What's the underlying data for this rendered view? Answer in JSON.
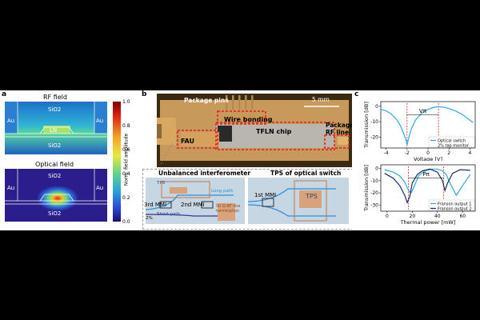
{
  "panel_a": {
    "label": "a",
    "rf_title": "RF field",
    "opt_title": "Optical field",
    "sio2": "SiO2",
    "au": "Au",
    "ln": "LN",
    "colorbar_label": "Norm. field amplitude",
    "colorbar_ticks": [
      "1.0",
      "0.8",
      "0.6",
      "0.4",
      "0.2",
      "0.0"
    ]
  },
  "panel_b": {
    "label": "b",
    "package_pins": "Package pins",
    "scale": "5 mm",
    "wire_bonding": "Wire bonding",
    "tfln_chip": "TFLN chip",
    "fau": "FAU",
    "package_rf": "Package RF line",
    "unbalanced": "Unbalanced interferometer",
    "tps_switch": "TPS of optical switch",
    "tps": "TPS",
    "long_path": "Long path",
    "short_path": "Short path",
    "third_mmi": "3rd MMI",
    "second_mmi": "2nd MMI",
    "first_mmi": "1st MMI",
    "pct": "2%",
    "termination": "50 Ω RF line termination"
  },
  "panel_c": {
    "label": "c",
    "top": {
      "ylabel": "Transmission [dB]",
      "xlabel": "Voltage [V]",
      "xticks": [
        "-4",
        "-2",
        "0",
        "2",
        "4"
      ],
      "yticks": [
        "0",
        "-10",
        "-20"
      ],
      "annotation": "Vπ",
      "legend": [
        "Optical switch",
        "2% tap monitor"
      ]
    },
    "bottom": {
      "ylabel": "Transmission [dB]",
      "xlabel": "Thermal power [mW]",
      "xticks": [
        "0",
        "20",
        "40",
        "60"
      ],
      "yticks": [
        "0",
        "-10",
        "-20",
        "-30"
      ],
      "annotation": "Pπ",
      "legend": [
        "Franson output 1",
        "Franson output 2"
      ]
    }
  },
  "chart_data": [
    {
      "type": "line",
      "xlabel": "Voltage [V]",
      "ylabel": "Transmission [dB]",
      "xlim": [
        -4.5,
        4.5
      ],
      "ylim": [
        -27,
        3
      ],
      "series": [
        {
          "name": "Optical switch",
          "color": "#29a9e0",
          "x": [
            -4.5,
            -4,
            -3.5,
            -3,
            -2.6,
            -2.3,
            -2.1,
            -2.0,
            -1.9,
            -1.6,
            -1.2,
            -0.6,
            0,
            0.6,
            1.0,
            1.4,
            2.0,
            2.6,
            3.2,
            3.8,
            4.3
          ],
          "y": [
            -2,
            -3,
            -5,
            -8.5,
            -13,
            -18,
            -22,
            -25,
            -22,
            -15,
            -9,
            -4.5,
            -2,
            -0.6,
            -0.3,
            -0.5,
            -1.5,
            -3,
            -5,
            -8,
            -10.5
          ]
        }
      ],
      "vlines": [
        -2.0,
        1.0
      ]
    },
    {
      "type": "line",
      "xlabel": "Thermal power [mW]",
      "ylabel": "Transmission [dB]",
      "xlim": [
        -5,
        70
      ],
      "ylim": [
        -35,
        3
      ],
      "series": [
        {
          "name": "Franson output 1",
          "color": "#29a9e0",
          "x": [
            -2,
            5,
            10,
            14,
            17,
            19,
            21,
            25,
            30,
            36,
            40,
            44,
            47,
            50,
            55,
            60,
            66
          ],
          "y": [
            -1,
            -3,
            -6,
            -11,
            -18,
            -20,
            -16,
            -6,
            -2,
            -0.5,
            -0.5,
            -2,
            -5,
            -12,
            -22,
            -14,
            -5
          ]
        },
        {
          "name": "Franson output 2",
          "color": "#1a2a6c",
          "x": [
            -2,
            5,
            10,
            14,
            16,
            18,
            20,
            24,
            28,
            34,
            40,
            44,
            46,
            48,
            52,
            58,
            66
          ],
          "y": [
            -4,
            -8,
            -14,
            -22,
            -28,
            -23,
            -12,
            -5,
            -2,
            -0.5,
            -3,
            -10,
            -18,
            -12,
            -4,
            -1,
            -1.5
          ]
        }
      ],
      "vlines": [
        17,
        45
      ]
    }
  ]
}
